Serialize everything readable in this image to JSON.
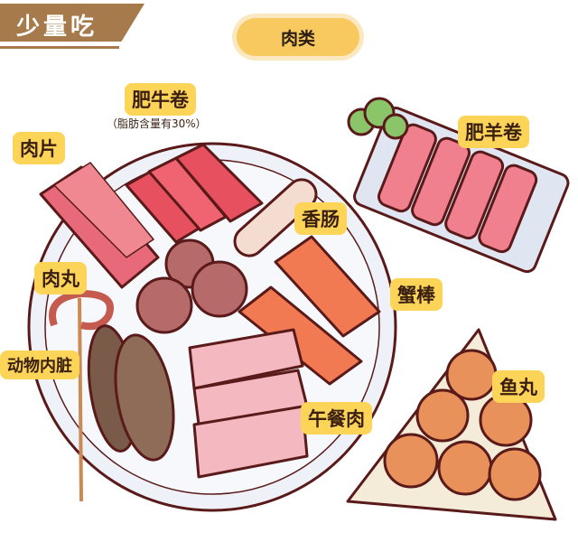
{
  "banner": {
    "title": "少量吃"
  },
  "category": {
    "title": "肉类"
  },
  "labels": {
    "meat_slices": "肉片",
    "beef_roll": "肥牛卷",
    "beef_roll_note": "（脂肪含量有30%）",
    "lamb_roll": "肥羊卷",
    "sausage": "香肠",
    "meatball": "肉丸",
    "crab_stick": "蟹棒",
    "offal": "动物内脏",
    "luncheon_meat": "午餐肉",
    "fish_ball": "鱼丸"
  },
  "colors": {
    "banner": "#a77a4c",
    "label": "#fbd458",
    "outline": "#5a1a1a"
  }
}
